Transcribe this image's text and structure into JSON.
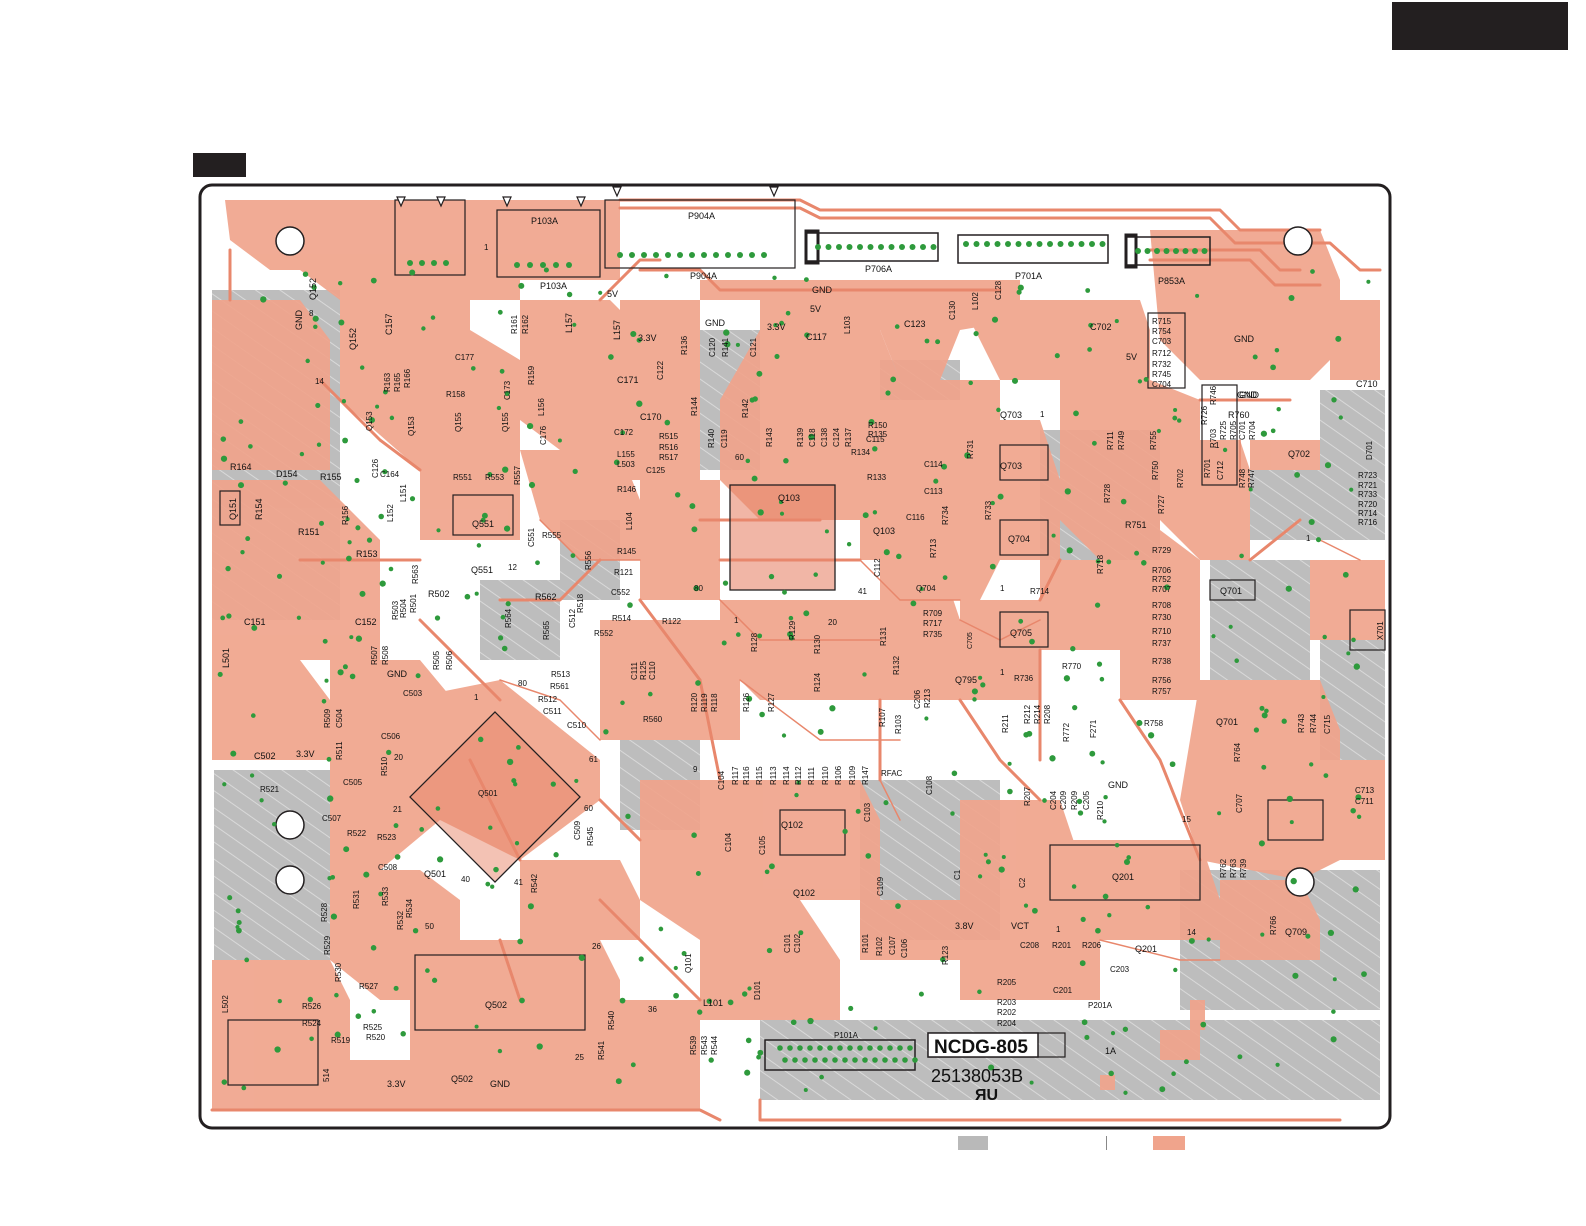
{
  "board": {
    "model": "NCDG-805",
    "part_number": "25138053B",
    "cert_mark": "ЯU"
  },
  "colors": {
    "copper": "#f0a48c",
    "copper_dark": "#e8876c",
    "ground": "#b9b9b9",
    "pad": "#2e9a3c",
    "silk": "#111111",
    "outline": "#231f20"
  },
  "connectors": [
    "P103A",
    "P904A",
    "P706A",
    "P701A",
    "P853A",
    "P101A",
    "P201A"
  ],
  "ics": [
    "Q103",
    "Q501",
    "Q502",
    "Q201",
    "Q102",
    "Q701",
    "Q703",
    "Q704",
    "Q705",
    "Q152",
    "Q153",
    "Q155",
    "Q151",
    "Q551",
    "Q702",
    "Q709"
  ],
  "power_labels": [
    "GND",
    "5V",
    "3.3V",
    "3.8V",
    "VCT",
    "RFAC",
    "1A"
  ],
  "labels": [
    {
      "t": "P103A"
    },
    {
      "t": "P103A"
    },
    {
      "t": "P904A"
    },
    {
      "t": "P904A"
    },
    {
      "t": "P706A"
    },
    {
      "t": "P701A"
    },
    {
      "t": "P853A"
    },
    {
      "t": "Q152"
    },
    {
      "t": "GND"
    },
    {
      "t": "Q152"
    },
    {
      "t": "C157"
    },
    {
      "t": "R161"
    },
    {
      "t": "R162"
    },
    {
      "t": "L157"
    },
    {
      "t": "L157"
    },
    {
      "t": "5V"
    },
    {
      "t": "3.3V"
    },
    {
      "t": "R136"
    },
    {
      "t": "GND"
    },
    {
      "t": "C120"
    },
    {
      "t": "R141"
    },
    {
      "t": "C121"
    },
    {
      "t": "3.3V"
    },
    {
      "t": "C117"
    },
    {
      "t": "L103"
    },
    {
      "t": "C123"
    },
    {
      "t": "C130"
    },
    {
      "t": "L102"
    },
    {
      "t": "C128"
    },
    {
      "t": "C702"
    },
    {
      "t": "5V"
    },
    {
      "t": "GND"
    },
    {
      "t": "5V"
    },
    {
      "t": "GND"
    },
    {
      "t": "R715"
    },
    {
      "t": "R754"
    },
    {
      "t": "C703"
    },
    {
      "t": "R712"
    },
    {
      "t": "R732"
    },
    {
      "t": "R745"
    },
    {
      "t": "C704"
    },
    {
      "t": "GND"
    },
    {
      "t": "C710"
    },
    {
      "t": "R163"
    },
    {
      "t": "R165"
    },
    {
      "t": "R166"
    },
    {
      "t": "C177"
    },
    {
      "t": "C173"
    },
    {
      "t": "R159"
    },
    {
      "t": "R158"
    },
    {
      "t": "L156"
    },
    {
      "t": "C171"
    },
    {
      "t": "C122"
    },
    {
      "t": "R144"
    },
    {
      "t": "R142"
    },
    {
      "t": "C170"
    },
    {
      "t": "C172"
    },
    {
      "t": "Q153"
    },
    {
      "t": "Q153"
    },
    {
      "t": "Q155"
    },
    {
      "t": "Q155"
    },
    {
      "t": "C176"
    },
    {
      "t": "R515"
    },
    {
      "t": "R516"
    },
    {
      "t": "R517"
    },
    {
      "t": "R140"
    },
    {
      "t": "C119"
    },
    {
      "t": "R143"
    },
    {
      "t": "R139"
    },
    {
      "t": "C118"
    },
    {
      "t": "C138"
    },
    {
      "t": "C124"
    },
    {
      "t": "R137"
    },
    {
      "t": "R150"
    },
    {
      "t": "R135"
    },
    {
      "t": "C115"
    },
    {
      "t": "R134"
    },
    {
      "t": "Q703"
    },
    {
      "t": "R731"
    },
    {
      "t": "R711"
    },
    {
      "t": "R749"
    },
    {
      "t": "R755"
    },
    {
      "t": "R726"
    },
    {
      "t": "R746"
    },
    {
      "t": "R703"
    },
    {
      "t": "R725"
    },
    {
      "t": "R705"
    },
    {
      "t": "C701"
    },
    {
      "t": "R704"
    },
    {
      "t": "R760"
    },
    {
      "t": "GND"
    },
    {
      "t": "D701"
    },
    {
      "t": "R164"
    },
    {
      "t": "D154"
    },
    {
      "t": "R155"
    },
    {
      "t": "C126"
    },
    {
      "t": "C164"
    },
    {
      "t": "L155"
    },
    {
      "t": "L503"
    },
    {
      "t": "C125"
    },
    {
      "t": "R551"
    },
    {
      "t": "R553"
    },
    {
      "t": "R557"
    },
    {
      "t": "Q151"
    },
    {
      "t": "R154"
    },
    {
      "t": "R156"
    },
    {
      "t": "L152"
    },
    {
      "t": "L151"
    },
    {
      "t": "Q551"
    },
    {
      "t": "R146"
    },
    {
      "t": "Q103"
    },
    {
      "t": "R133"
    },
    {
      "t": "C114"
    },
    {
      "t": "C113"
    },
    {
      "t": "Q703"
    },
    {
      "t": "R728"
    },
    {
      "t": "R750"
    },
    {
      "t": "R702"
    },
    {
      "t": "R727"
    },
    {
      "t": "R701"
    },
    {
      "t": "C712"
    },
    {
      "t": "R748"
    },
    {
      "t": "R747"
    },
    {
      "t": "Q702"
    },
    {
      "t": "R723"
    },
    {
      "t": "R721"
    },
    {
      "t": "R733"
    },
    {
      "t": "R720"
    },
    {
      "t": "R714"
    },
    {
      "t": "R716"
    },
    {
      "t": "R151"
    },
    {
      "t": "R153"
    },
    {
      "t": "C551"
    },
    {
      "t": "R555"
    },
    {
      "t": "L104"
    },
    {
      "t": "R145"
    },
    {
      "t": "R556"
    },
    {
      "t": "R121"
    },
    {
      "t": "Q103"
    },
    {
      "t": "C116"
    },
    {
      "t": "R734"
    },
    {
      "t": "R733"
    },
    {
      "t": "R713"
    },
    {
      "t": "Q704"
    },
    {
      "t": "R751"
    },
    {
      "t": "R729"
    },
    {
      "t": "R563"
    },
    {
      "t": "Q551"
    },
    {
      "t": "R502"
    },
    {
      "t": "R562"
    },
    {
      "t": "C552"
    },
    {
      "t": "C112"
    },
    {
      "t": "Q704"
    },
    {
      "t": "R714"
    },
    {
      "t": "R718"
    },
    {
      "t": "R706"
    },
    {
      "t": "R752"
    },
    {
      "t": "R707"
    },
    {
      "t": "Q701"
    },
    {
      "t": "R708"
    },
    {
      "t": "R730"
    },
    {
      "t": "R710"
    },
    {
      "t": "R737"
    },
    {
      "t": "R738"
    },
    {
      "t": "R756"
    },
    {
      "t": "R757"
    },
    {
      "t": "X701"
    },
    {
      "t": "C151"
    },
    {
      "t": "C152"
    },
    {
      "t": "R503"
    },
    {
      "t": "R504"
    },
    {
      "t": "R501"
    },
    {
      "t": "R564"
    },
    {
      "t": "R565"
    },
    {
      "t": "C512"
    },
    {
      "t": "R518"
    },
    {
      "t": "R514"
    },
    {
      "t": "R122"
    },
    {
      "t": "R552"
    },
    {
      "t": "R129"
    },
    {
      "t": "R128"
    },
    {
      "t": "R130"
    },
    {
      "t": "R131"
    },
    {
      "t": "R709"
    },
    {
      "t": "R717"
    },
    {
      "t": "R735"
    },
    {
      "t": "C705"
    },
    {
      "t": "Q705"
    },
    {
      "t": "R770"
    },
    {
      "t": "L501"
    },
    {
      "t": "R507"
    },
    {
      "t": "R508"
    },
    {
      "t": "R505"
    },
    {
      "t": "R506"
    },
    {
      "t": "GND"
    },
    {
      "t": "R513"
    },
    {
      "t": "R561"
    },
    {
      "t": "R512"
    },
    {
      "t": "C511"
    },
    {
      "t": "C111"
    },
    {
      "t": "R125"
    },
    {
      "t": "C110"
    },
    {
      "t": "R124"
    },
    {
      "t": "R132"
    },
    {
      "t": "Q795"
    },
    {
      "t": "R736"
    },
    {
      "t": "C503"
    },
    {
      "t": "R509"
    },
    {
      "t": "C504"
    },
    {
      "t": "C506"
    },
    {
      "t": "R511"
    },
    {
      "t": "R510"
    },
    {
      "t": "C510"
    },
    {
      "t": "R560"
    },
    {
      "t": "R120"
    },
    {
      "t": "R119"
    },
    {
      "t": "R118"
    },
    {
      "t": "R126"
    },
    {
      "t": "R127"
    },
    {
      "t": "R107"
    },
    {
      "t": "R103"
    },
    {
      "t": "C206"
    },
    {
      "t": "R213"
    },
    {
      "t": "R211"
    },
    {
      "t": "R212"
    },
    {
      "t": "R214"
    },
    {
      "t": "R208"
    },
    {
      "t": "R772"
    },
    {
      "t": "F271"
    },
    {
      "t": "R758"
    },
    {
      "t": "Q701"
    },
    {
      "t": "R743"
    },
    {
      "t": "R744"
    },
    {
      "t": "C715"
    },
    {
      "t": "R764"
    },
    {
      "t": "C502"
    },
    {
      "t": "3.3V"
    },
    {
      "t": "C505"
    },
    {
      "t": "R521"
    },
    {
      "t": "Q501"
    },
    {
      "t": "R117"
    },
    {
      "t": "R116"
    },
    {
      "t": "R115"
    },
    {
      "t": "R113"
    },
    {
      "t": "R114"
    },
    {
      "t": "R112"
    },
    {
      "t": "R111"
    },
    {
      "t": "R110"
    },
    {
      "t": "R106"
    },
    {
      "t": "R109"
    },
    {
      "t": "R147"
    },
    {
      "t": "RFAC"
    },
    {
      "t": "C108"
    },
    {
      "t": "C104"
    },
    {
      "t": "R207"
    },
    {
      "t": "C204"
    },
    {
      "t": "C209"
    },
    {
      "t": "R209"
    },
    {
      "t": "C205"
    },
    {
      "t": "R210"
    },
    {
      "t": "GND"
    },
    {
      "t": "C707"
    },
    {
      "t": "C713"
    },
    {
      "t": "C711"
    },
    {
      "t": "C507"
    },
    {
      "t": "R522"
    },
    {
      "t": "R523"
    },
    {
      "t": "C509"
    },
    {
      "t": "R545"
    },
    {
      "t": "C104"
    },
    {
      "t": "C105"
    },
    {
      "t": "Q102"
    },
    {
      "t": "C103"
    },
    {
      "t": "C508"
    },
    {
      "t": "Q501"
    },
    {
      "t": "R542"
    },
    {
      "t": "Q102"
    },
    {
      "t": "C109"
    },
    {
      "t": "C1"
    },
    {
      "t": "C2"
    },
    {
      "t": "Q201"
    },
    {
      "t": "R762"
    },
    {
      "t": "R763"
    },
    {
      "t": "R739"
    },
    {
      "t": "R528"
    },
    {
      "t": "R531"
    },
    {
      "t": "R533"
    },
    {
      "t": "R532"
    },
    {
      "t": "R534"
    },
    {
      "t": "R529"
    },
    {
      "t": "R530"
    },
    {
      "t": "Q101"
    },
    {
      "t": "C101"
    },
    {
      "t": "C102"
    },
    {
      "t": "R101"
    },
    {
      "t": "R102"
    },
    {
      "t": "C107"
    },
    {
      "t": "C106"
    },
    {
      "t": "R123"
    },
    {
      "t": "3.8V"
    },
    {
      "t": "VCT"
    },
    {
      "t": "C208"
    },
    {
      "t": "R201"
    },
    {
      "t": "R206"
    },
    {
      "t": "Q201"
    },
    {
      "t": "C203"
    },
    {
      "t": "R766"
    },
    {
      "t": "Q709"
    },
    {
      "t": "L502"
    },
    {
      "t": "R526"
    },
    {
      "t": "R527"
    },
    {
      "t": "R524"
    },
    {
      "t": "Q502"
    },
    {
      "t": "R525"
    },
    {
      "t": "R540"
    },
    {
      "t": "R520"
    },
    {
      "t": "R519"
    },
    {
      "t": "L101"
    },
    {
      "t": "D101"
    },
    {
      "t": "R205"
    },
    {
      "t": "C201"
    },
    {
      "t": "R203"
    },
    {
      "t": "R202"
    },
    {
      "t": "R204"
    },
    {
      "t": "P201A"
    },
    {
      "t": "R539"
    },
    {
      "t": "R543"
    },
    {
      "t": "R544"
    },
    {
      "t": "P101A"
    },
    {
      "t": "R541"
    },
    {
      "t": "1A"
    },
    {
      "t": "514"
    },
    {
      "t": "Q502"
    },
    {
      "t": "3.3V"
    },
    {
      "t": "GND"
    }
  ],
  "pin_numbers": [
    "1",
    "1",
    "1",
    "1",
    "1",
    "1",
    "8",
    "14",
    "12",
    "20",
    "21",
    "40",
    "41",
    "50",
    "60",
    "61",
    "80",
    "9",
    "25",
    "26",
    "36",
    "15",
    "14",
    "60",
    "80",
    "1",
    "20",
    "41",
    "1",
    "1"
  ]
}
